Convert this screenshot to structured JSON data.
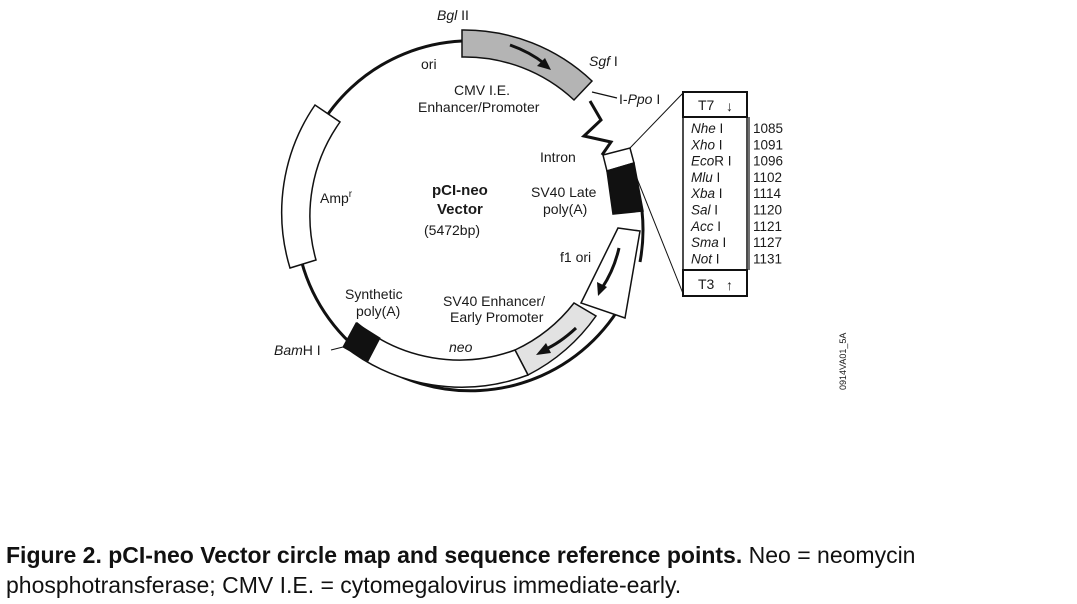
{
  "vector": {
    "name": "pCI-neo",
    "name2": "Vector",
    "size": "(5472bp)"
  },
  "labels": {
    "bglII_italic": "Bgl",
    "bglII_rest": " II",
    "sgfI_italic": "Sgf",
    "sgfI_rest": " I",
    "ippoI_prefix": "I-",
    "ippoI_italic": "Ppo",
    "ippoI_rest": " I",
    "ori": "ori",
    "cmv_line1": "CMV I.E.",
    "cmv_line2": "Enhancer/Promoter",
    "intron": "Intron",
    "sv40late_line1": "SV40 Late",
    "sv40late_line2": "poly(A)",
    "amp": "Amp",
    "amp_sup": "r",
    "f1ori": "f1 ori",
    "sv40enh_line1": "SV40 Enhancer/",
    "sv40enh_line2": "Early Promoter",
    "synth_line1": "Synthetic",
    "synth_line2": "poly(A)",
    "bamhi_italic": "Bam",
    "bamhi_rest": "H I",
    "neo": "neo",
    "side_code": "0914VA01_5A"
  },
  "mcs": {
    "top_label": "T7",
    "top_arrow": "↓",
    "bottom_label": "T3",
    "bottom_arrow": "↑",
    "sites": [
      {
        "italic": "Nhe",
        "rest": " I",
        "pos": "1085"
      },
      {
        "italic": "Xho",
        "rest": " I",
        "pos": "1091"
      },
      {
        "italic": "Eco",
        "rest": "R I",
        "pos": "1096"
      },
      {
        "italic": "Mlu",
        "rest": " I",
        "pos": "1102"
      },
      {
        "italic": "Xba",
        "rest": " I",
        "pos": "1114"
      },
      {
        "italic": "Sal",
        "rest": " I",
        "pos": "1120"
      },
      {
        "italic": "Acc",
        "rest": " I",
        "pos": "1121"
      },
      {
        "italic": "Sma",
        "rest": " I",
        "pos": "1127"
      },
      {
        "italic": "Not",
        "rest": " I",
        "pos": "1131"
      }
    ]
  },
  "colors": {
    "cmv": "#b4b4b4",
    "sv40enh": "#e2e2e2",
    "black_block": "#111111"
  },
  "caption": {
    "bold": "Figure 2. pCI-neo Vector circle map and sequence reference points.",
    "rest": " Neo = neomycin phosphotransferase; CMV I.E. = cytomegalovirus immediate-early."
  }
}
